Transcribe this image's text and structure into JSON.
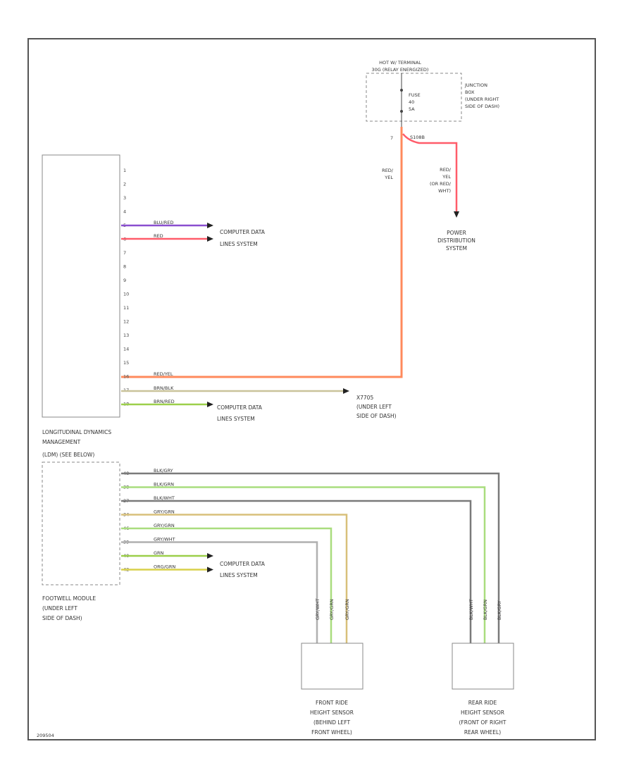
{
  "colors": {
    "purple": "#8a4fd0",
    "red": "#ff5c6a",
    "orange": "#ff8a5c",
    "tan": "#c9c39a",
    "lime": "#9ccf4a",
    "limeYellow": "#cfe04a",
    "gray": "#7a7a7a",
    "greenLight": "#a9dd7e",
    "yellowBrown": "#d8c07a",
    "silver": "#b0b0b0",
    "yellow": "#d8d04a"
  },
  "top": {
    "hot_label": [
      "HOT W/ TERMINAL",
      "30G (RELAY ENERGIZED)"
    ],
    "fuse_label": [
      "FUSE",
      "40",
      "5A"
    ],
    "junction_label": [
      "JUNCTION",
      "BOX",
      "(UNDER RIGHT",
      "SIDE OF DASH)"
    ],
    "pin_top": "7",
    "splice_label": "S108B",
    "wire_left": [
      "RED/",
      "YEL"
    ],
    "wire_right": [
      "RED/",
      "YEL",
      "(OR RED/",
      "WHT)"
    ],
    "power_label": [
      "POWER",
      "DISTRIBUTION",
      "SYSTEM"
    ]
  },
  "module": {
    "pins": [
      "1",
      "2",
      "3",
      "4",
      "5",
      "6",
      "7",
      "8",
      "9",
      "10",
      "11",
      "12",
      "13",
      "14",
      "15",
      "16",
      "17",
      "18"
    ],
    "label": [
      "LONGITUDINAL DYNAMICS",
      "MANAGEMENT",
      "(LDM) (SEE BELOW)"
    ],
    "w4": "BLU/RED",
    "w5": "RED",
    "w16": "RED/YEL",
    "w17": "BRN/BLK",
    "w18": "BRN/RED",
    "cds1": [
      "COMPUTER DATA",
      "LINES SYSTEM"
    ],
    "cds2": [
      "COMPUTER DATA",
      "LINES SYSTEM"
    ],
    "ground": [
      "X7705",
      "(UNDER LEFT",
      "SIDE OF DASH)"
    ]
  },
  "lower": {
    "pins": [
      "48",
      "38",
      "27",
      "34",
      "46",
      "39",
      "40",
      "42"
    ],
    "wires": [
      "BLK/GRY",
      "BLK/GRN",
      "BLK/WHT",
      "GRY/GRN",
      "GRY/GRN",
      "GRY/WHT",
      "GRN",
      "ORG/GRN"
    ],
    "label": [
      "FOOTWELL MODULE",
      "(UNDER LEFT",
      "SIDE OF DASH)"
    ],
    "cds": [
      "COMPUTER DATA",
      "LINES SYSTEM"
    ]
  },
  "sensors": {
    "front_label": [
      "FRONT RIDE",
      "HEIGHT SENSOR",
      "(BEHIND LEFT",
      "FRONT WHEEL)"
    ],
    "rear_label": [
      "REAR RIDE",
      "HEIGHT SENSOR",
      "(FRONT OF RIGHT",
      "REAR WHEEL)"
    ],
    "front_wires": [
      "GRY/WHT",
      "GRY/GRN",
      "GRY/GRN"
    ],
    "rear_wires": [
      "BLK/WHT",
      "BLK/GRN",
      "BLK/GRY"
    ]
  },
  "footer": {
    "code": "209504"
  }
}
